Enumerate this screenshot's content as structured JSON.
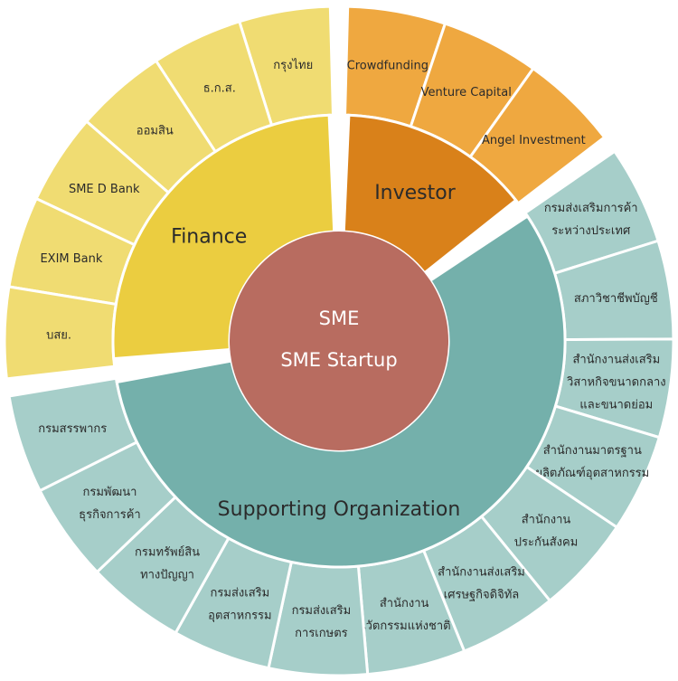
{
  "center": {
    "lines": [
      "SME",
      "SME  Startup"
    ],
    "color": "#b86c60"
  },
  "groups": [
    {
      "id": "finance",
      "label": "Finance",
      "inner_color": "#ebcd40",
      "outer_color": "#f0dc72",
      "label_color": "#2b2b2b",
      "items": [
        [
          "กรุงไทย"
        ],
        [
          "ธ.ก.ส."
        ],
        [
          "ออมสิน"
        ],
        [
          "SME  D  Bank"
        ],
        [
          "EXIM  Bank"
        ],
        [
          "บสย."
        ]
      ]
    },
    {
      "id": "investor",
      "label": "Investor",
      "inner_color": "#d9811a",
      "outer_color": "#efa840",
      "label_color": "#2b2b2b",
      "items": [
        [
          "Crowdfunding"
        ],
        [
          "Venture  Capital"
        ],
        [
          "Angel  Investment"
        ]
      ]
    },
    {
      "id": "supporting",
      "label": "Supporting  Organization",
      "inner_color": "#74b0ab",
      "outer_color": "#a6cec9",
      "label_color": "#2b2b2b",
      "items": [
        [
          "กรมส่งเสริมการค้า",
          "ระหว่างประเทศ"
        ],
        [
          "สภาวิชาชีพบัญชี"
        ],
        [
          "สำนักงานส่งเสริม",
          "วิสาหกิจขนาดกลาง",
          "และขนาดย่อม"
        ],
        [
          "สำนักงานมาตรฐาน",
          "ผลิตภัณฑ์อุตสาหกรรม"
        ],
        [
          "สำนักงาน",
          "ประกันสังคม"
        ],
        [
          "สำนักงานส่งเสริม",
          "เศรษฐกิจดิจิทัล"
        ],
        [
          "สำนักงาน",
          "นวัตกรรมแห่งชาติ"
        ],
        [
          "กรมส่งเสริม",
          "การเกษตร"
        ],
        [
          "กรมส่งเสริม",
          "อุตสาหกรรม"
        ],
        [
          "กรมทรัพย์สิน",
          "ทางปัญญา"
        ],
        [
          "กรมพัฒนา",
          "ธุรกิจการค้า"
        ],
        [
          "กรมสรรพากร"
        ]
      ]
    }
  ]
}
